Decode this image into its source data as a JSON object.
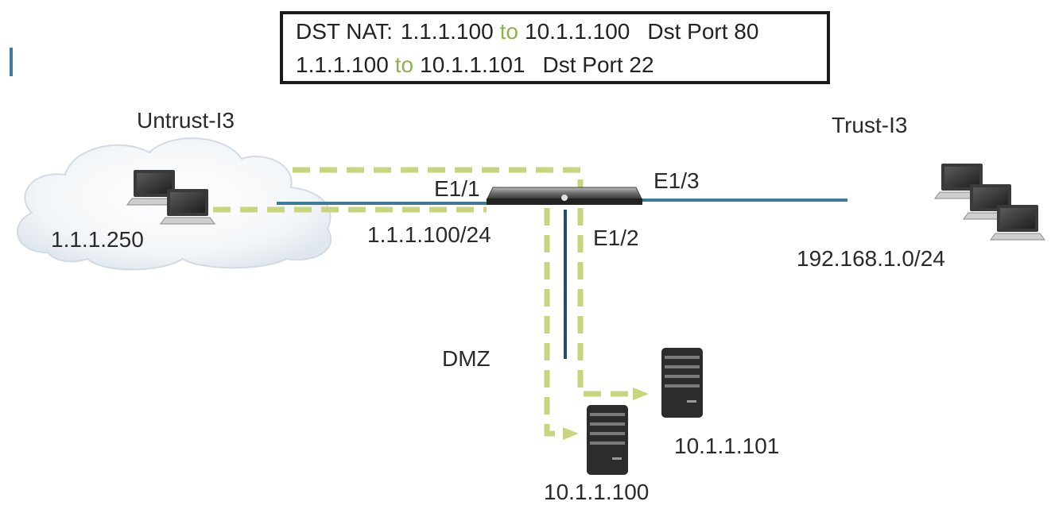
{
  "nat_box": {
    "line1": {
      "prefix": "DST NAT:",
      "src": "1.1.1.100",
      "to": "to",
      "dst": "10.1.1.100",
      "port": "Dst Port 80"
    },
    "line2": {
      "src": "1.1.1.100",
      "to": "to",
      "dst": "10.1.1.101",
      "port": "Dst Port 22"
    }
  },
  "zones": {
    "untrust": "Untrust-I3",
    "trust": "Trust-I3",
    "dmz": "DMZ"
  },
  "interfaces": {
    "e1_1": "E1/1",
    "e1_2": "E1/2",
    "e1_3": "E1/3"
  },
  "addresses": {
    "client": "1.1.1.250",
    "firewall_public": "1.1.1.100/24",
    "trust_net": "192.168.1.0/24",
    "server_web": "10.1.1.100",
    "server_ssh": "10.1.1.101"
  },
  "colors": {
    "link": "#3f7a98",
    "nat_path": "#c9d57e",
    "to_word": "#8fb04f",
    "device_dark": "#2c2c2c"
  },
  "icons": [
    "cloud-icon",
    "laptop-icon",
    "firewall-icon",
    "server-icon"
  ]
}
